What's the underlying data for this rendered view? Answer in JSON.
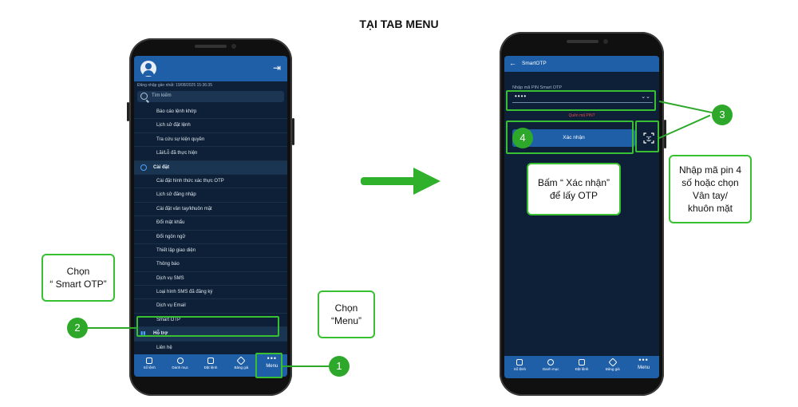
{
  "title": "TẠI TAB MENU",
  "phone1": {
    "login_note": "Đăng nhập gần nhất: 19/08/2025 15:36:35",
    "search_placeholder": "Tìm kiếm",
    "menu_items": [
      {
        "label": "Báo cáo lệnh khớp",
        "type": "item"
      },
      {
        "label": "Lịch sử đặt lệnh",
        "type": "item"
      },
      {
        "label": "Tra cứu sự kiện quyền",
        "type": "item"
      },
      {
        "label": "Lãi/Lỗ đã thực hiện",
        "type": "item"
      },
      {
        "label": "Cài đặt",
        "type": "section"
      },
      {
        "label": "Cài đặt hình thức xác thực OTP",
        "type": "item"
      },
      {
        "label": "Lịch sử đăng nhập",
        "type": "item"
      },
      {
        "label": "Cài đặt vân tay/khuôn mặt",
        "type": "item"
      },
      {
        "label": "Đổi mật khẩu",
        "type": "item"
      },
      {
        "label": "Đổi ngôn ngữ",
        "type": "item"
      },
      {
        "label": "Thiết lập giao diện",
        "type": "item"
      },
      {
        "label": "Thông báo",
        "type": "item"
      },
      {
        "label": "Dịch vụ SMS",
        "type": "item"
      },
      {
        "label": "Loại hình SMS đã đăng ký",
        "type": "item"
      },
      {
        "label": "Dịch vụ Email",
        "type": "item"
      },
      {
        "label": "Smart OTP",
        "type": "item"
      },
      {
        "label": "Hỗ trợ",
        "type": "section"
      },
      {
        "label": "Liên hệ",
        "type": "item"
      }
    ],
    "nav": [
      {
        "label": "Sổ lệnh",
        "icon": "doc-icon"
      },
      {
        "label": "Danh mục",
        "icon": "layers-icon"
      },
      {
        "label": "Đặt lệnh",
        "icon": "plus-icon"
      },
      {
        "label": "Bảng giá",
        "icon": "tag-icon"
      },
      {
        "label": "Menu",
        "icon": "more-icon"
      }
    ]
  },
  "phone2": {
    "header_title": "SmartOTP",
    "pin_label": "Nhập mã PIN Smart OTP",
    "pin_value": "••••",
    "forgot_label": "Quên mã PIN?",
    "confirm_label": "Xác nhận",
    "nav": [
      {
        "label": "Sổ lệnh",
        "icon": "doc-icon"
      },
      {
        "label": "Danh mục",
        "icon": "layers-icon"
      },
      {
        "label": "Đặt lệnh",
        "icon": "plus-icon"
      },
      {
        "label": "Bảng giá",
        "icon": "tag-icon"
      },
      {
        "label": "Menu",
        "icon": "more-icon"
      }
    ]
  },
  "annotations": {
    "chon_smart_otp": [
      "Chọn",
      "“ Smart OTP”"
    ],
    "chon_menu": [
      "Chọn",
      "“Menu”"
    ],
    "bam_xac_nhan": [
      "Bấm “ Xác nhận”",
      "để lấy OTP"
    ],
    "nhap_ma_pin": [
      "Nhập mã pin 4",
      "số hoặc chọn",
      "Vân tay/",
      "khuôn mặt"
    ],
    "badges": [
      "1",
      "2",
      "3",
      "4"
    ]
  },
  "colors": {
    "accent_green": "#38c032",
    "app_blue": "#1f5fa8",
    "screen_bg": "#0d2037"
  }
}
